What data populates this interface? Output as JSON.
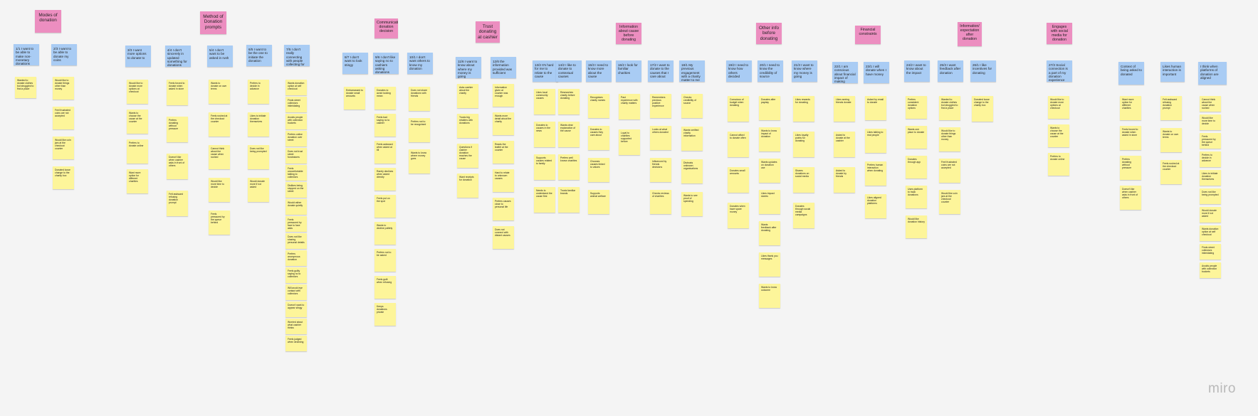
{
  "app": {
    "logo_text": "miro"
  },
  "colors": {
    "board": "#f4f4f4",
    "theme": "#ec8ec0",
    "question": "#a9ccf4",
    "sticky": "#fdf59a"
  },
  "themes": [
    "Modes of donation",
    "Method of Donation prompts",
    "Communicating donation decision",
    "Trust donating at cashier",
    "Information about cause before donating",
    "Other info before donating",
    "Financial constraints",
    "Information/ expectation after donation",
    "Engages with social media for donation",
    "Context of being asked to donated",
    "Likes human interaction is important",
    "I think when platforms of donation are aligned"
  ],
  "questions": [
    "1/1 I want to be able to make non-monetary donations",
    "2/3 I want to be able to donate my coins",
    "3/3 I want more options to donate to",
    "4/4 I don't sincerely in updated something for donations",
    "5/4 I don't want to be asked in rush",
    "6/5 I want to be the one to initiate the donation",
    "7/5 I don't really connecting with people collecting for donations",
    "8/7 I don't want to look stingy",
    "9/6 I don't like saying no to cashiers asking donations",
    "10/1 I don't want others to know my donation",
    "11/6 I want to know about where my money is going",
    "12/6 the information provided was sufficient",
    "13/2 It's hard for me to relate to the cause",
    "14/2 I like to donate to contextual causes",
    "15/3 I need to know more about the cause",
    "16/2 I look for familiar charities",
    "17/2 I want to donate to the causes that I care about",
    "18/1 My previous engagement with a charity matter to me",
    "19/2 I need to know how others decided",
    "20/1 I need to know the credibility of source",
    "21/3 I want to know where my money is going",
    "22/1 I am conscious about financial impact of making donations",
    "23/1 I will donate when I have money",
    "24/2 I want to know about the impact",
    "25/3 I want feedback after donation",
    "26/1 I like incentives for donating",
    "27/3 Social connection is a part of my donation experience"
  ],
  "stickies": [
    "Wanted to donate clothes but struggled to find a place",
    "Would like to donate things other than money",
    "Feel frustrated coins are not accepted",
    "Would like coin jars at the checkout counter",
    "Donated loose change to the charity box",
    "Would like to donate more options at checkout",
    "Wants to choose the cause at the counter",
    "Prefers to donate online",
    "Want more option for different charities",
    "Feels forced to donate when asked in store",
    "Prefers donating without pressure",
    "Doesn't like when cashier asks in front of others",
    "Felt awkward refusing donation prompt",
    "Wants to donate on own terms",
    "Feels rushed at the checkout counter",
    "Cannot think about the cause when rushed",
    "Would like more time to decide",
    "Feels pressured by the queue behind",
    "Prefers to decide in advance",
    "Likes to initiate donation themselves",
    "Does not like being prompted",
    "Would donate more if not asked",
    "Wants donation option at self checkout",
    "Finds street collectors intimidating",
    "Avoids people with collection buckets",
    "Prefers online donation over street",
    "Does not trust street fundraisers",
    "Feels uncomfortable talking to collectors",
    "Dislikes being stopped on the street",
    "Would rather donate quietly",
    "Feels pressured by face to face asks",
    "Does not like sharing personal details",
    "Prefers anonymous donation",
    "Feels guilty saying no to collectors",
    "Will avoid eye contact with collectors",
    "Doesn't want to appear stingy",
    "Worried about what cashier thinks",
    "Feels judged when declining",
    "Embarrassed to donate small amounts",
    "Donates to avoid looking mean",
    "Feels bad saying no to cashier",
    "Feels awkward when asked at till",
    "Rarely declines when asked directly",
    "Feels put on the spot",
    "Wants to decline politely",
    "Prefers not to be asked",
    "Feels guilt when refusing",
    "Keeps donations private",
    "Does not share donations with friends",
    "Prefers not to be recognised",
    "Wants to know where money goes",
    "Asks cashier about the charity",
    "Trusts big retailers with donations",
    "Questions if cashier donation reaches the cause",
    "Want receipts for donation",
    "Information given at counter was enough",
    "Wants more detail about the charity",
    "Reads the leaflet at the counter",
    "Hard to relate to unknown causes",
    "Prefers causes close to personal life",
    "Does not connect with distant causes",
    "Likes local community causes",
    "Donates to causes in the news",
    "Supports causes related to family",
    "Needs to understand the cause first",
    "Researches charity before donating",
    "Wants clear explanation of the cause",
    "Prefers well known charities",
    "Trusts familiar brands",
    "Recognises charity names",
    "Donates to causes they care about",
    "Chooses causes linked to values",
    "Supports animal welfare",
    "Past experience with charity matters",
    "Loyal to charities supported before",
    "Remembers previous positive experience",
    "Looks at what others donated",
    "Influenced by friends decisions",
    "Checks reviews of charities",
    "Checks credibility of source",
    "Wants verified charity information",
    "Distrusts unknown organisations",
    "Wants to see proof of spending",
    "Conscious of budget when donating",
    "Cannot afford to donate often",
    "Donates small amounts",
    "Donates when have spare money",
    "Donates after payday",
    "Wants to know impact of donation",
    "Wants updates on donation use",
    "Likes impact stories",
    "Wants feedback after donating",
    "Likes thank you messages",
    "Wants to know outcome",
    "Likes rewards for donating",
    "Likes loyalty points for donating",
    "Shares donations on social media",
    "Donates through social media campaigns",
    "Likes seeing friends donate",
    "Asked to donate at the cashier",
    "Asked to donate by friends",
    "Asked by email to donate",
    "Likes talking to real people",
    "Prefers human interaction when donating",
    "Likes aligned donation platforms",
    "Prefers consistent donation options",
    "Wants one place to donate",
    "Donates through app",
    "Uses platform to track donations",
    "Would like donation history"
  ]
}
